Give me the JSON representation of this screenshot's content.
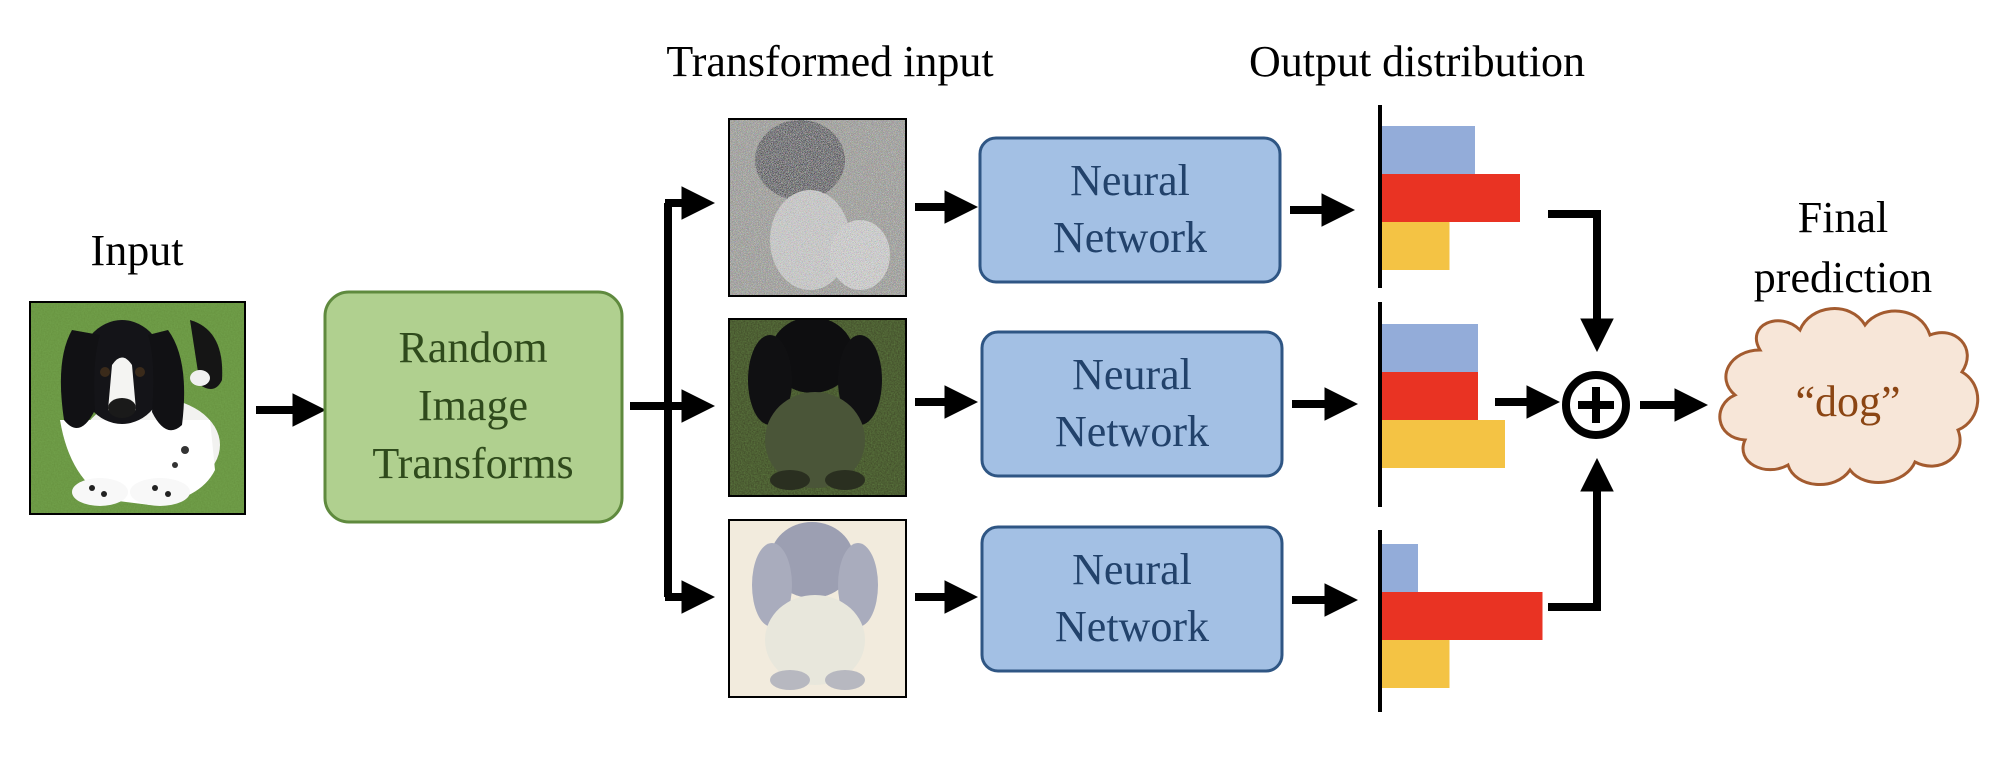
{
  "labels": {
    "input": "Input",
    "transformed_input": "Transformed input",
    "output_distribution": "Output distribution",
    "final_prediction_line1": "Final",
    "final_prediction_line2": "prediction"
  },
  "transform_box": {
    "line1": "Random",
    "line2": "Image",
    "line3": "Transforms"
  },
  "networks": [
    {
      "line1": "Neural",
      "line2": "Network"
    },
    {
      "line1": "Neural",
      "line2": "Network"
    },
    {
      "line1": "Neural",
      "line2": "Network"
    }
  ],
  "prediction": "“dog”",
  "aggregator_symbol": "⊕",
  "distributions": [
    {
      "values": [
        0.62,
        0.92,
        0.45
      ]
    },
    {
      "values": [
        0.64,
        0.64,
        0.82
      ]
    },
    {
      "values": [
        0.24,
        1.07,
        0.45
      ]
    }
  ],
  "colors": {
    "green_box": "#b0d08f",
    "green_border": "#5f8a3e",
    "blue_box": "#a3c0e4",
    "blue_border": "#2f5684",
    "bar_blue": "#93acd9",
    "bar_red": "#e93323",
    "bar_yellow": "#f4c344",
    "cloud_fill": "#f7e6d8",
    "cloud_stroke": "#a35b2f",
    "prediction_text": "#8b4513"
  },
  "icons": {
    "input_photo": "dog-photo",
    "noisy_photo": "noisy-dog-photo",
    "dark_photo": "dark-dog-photo",
    "faded_photo": "faded-dog-photo"
  }
}
